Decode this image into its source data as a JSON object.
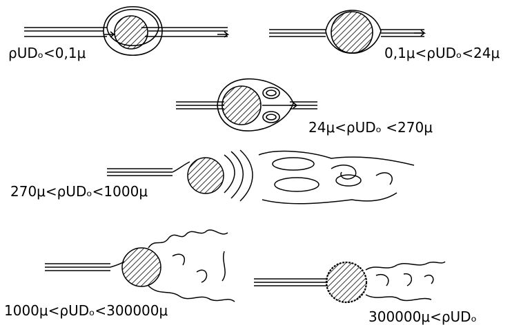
{
  "regimes": [
    {
      "id": 1,
      "label": "ρUDₒ<0,1μ"
    },
    {
      "id": 2,
      "label": "0,1μ<ρUDₒ<24μ"
    },
    {
      "id": 3,
      "label": "24μ<ρUDₒ <270μ"
    },
    {
      "id": 4,
      "label": "270μ<ρUDₒ<1000μ"
    },
    {
      "id": 5,
      "label": "1000μ<ρUDₒ<300000μ"
    },
    {
      "id": 6,
      "label": "300000μ<ρUDₒ"
    }
  ],
  "colors": {
    "ink": "#000000",
    "background": "#ffffff"
  }
}
